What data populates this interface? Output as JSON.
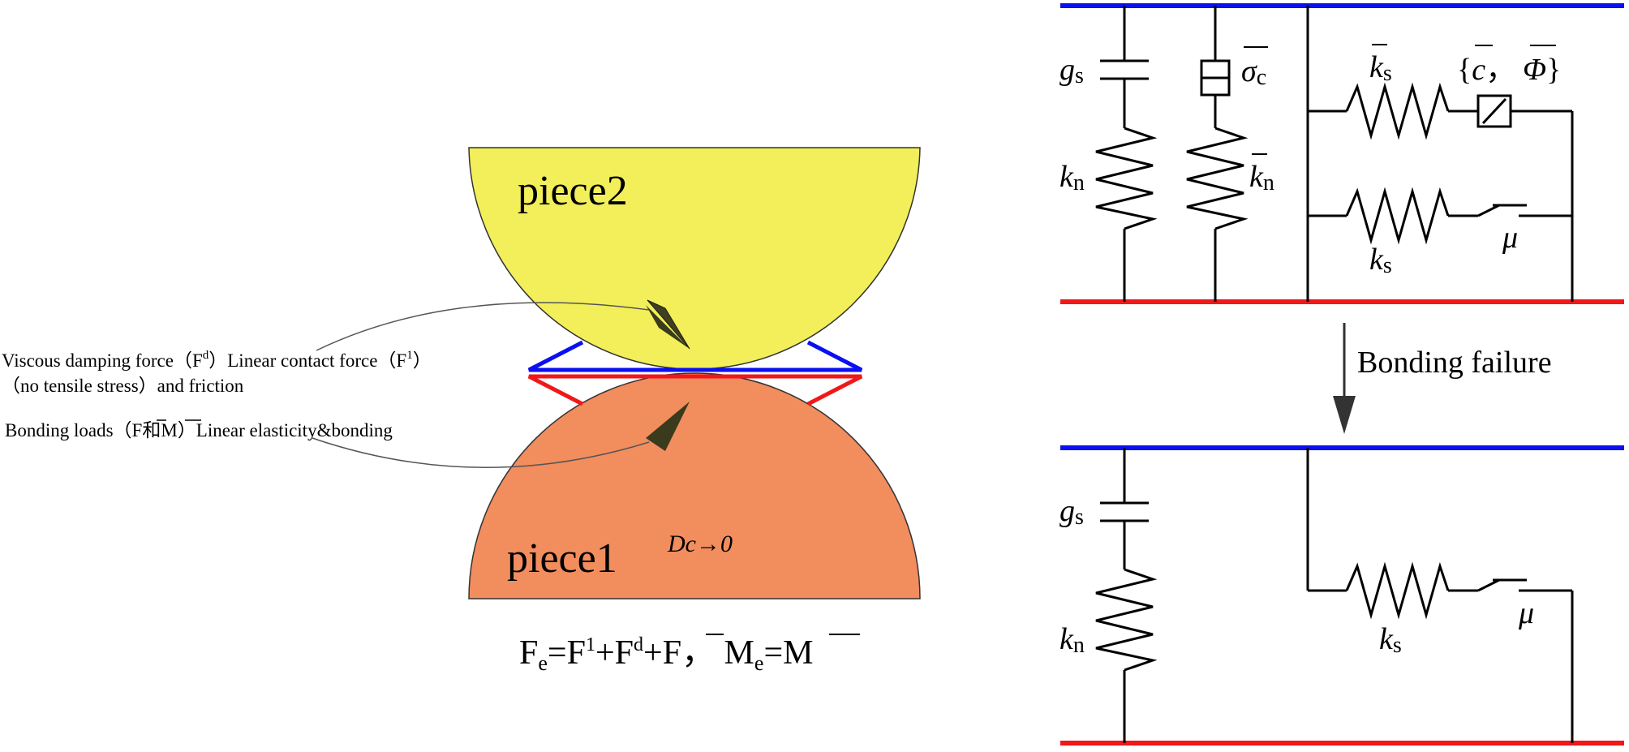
{
  "contact_model": {
    "piece_top": "piece2",
    "piece_bottom": "piece1",
    "separation": "Dc→0",
    "annotation_damping_1": "Viscous damping force（F",
    "annotation_damping_sup": "d",
    "annotation_damping_2": "）Linear contact force（F",
    "annotation_contact_sup": "1",
    "annotation_damping_3": "）",
    "annotation_line2": "（no tensile stress）and friction",
    "annotation_bond_1": "Bonding loads（",
    "annotation_bond_F": "F",
    "annotation_bond_and": "和",
    "annotation_bond_M": "M",
    "annotation_bond_2": "）Linear elasticity&bonding",
    "equation": {
      "F": "F",
      "e": "e",
      "eq1": "=F",
      "sup1": "1",
      "plus1": "+F",
      "supd": "d",
      "plus2": "+",
      "Fbar": "F",
      "comma": "， M",
      "e2": "e",
      "eq2": "=",
      "Mbar": "M"
    }
  },
  "bonded_circuit": {
    "gs_g": "g",
    "gs_sub": "s",
    "kn_k": "k",
    "kn_sub": "n",
    "sigma": "σ",
    "sigma_sub": "c",
    "knbar_k": "k",
    "knbar_sub": "n",
    "ksbar_k": "k",
    "ksbar_sub": "s",
    "c_phi_open": "{",
    "c_c": "c",
    "c_comma": "，",
    "c_phi": "Φ",
    "c_phi_close": "}",
    "ks_k": "k",
    "ks_sub": "s",
    "mu": "μ"
  },
  "transition_label": "Bonding failure",
  "unbonded_circuit": {
    "gs_g": "g",
    "gs_sub": "s",
    "kn_k": "k",
    "kn_sub": "n",
    "ks_k": "k",
    "ks_sub": "s",
    "mu": "μ"
  },
  "colors": {
    "piece2": "#f2ef5a",
    "piece1": "#f28d5e",
    "blue": "#0a10f0",
    "red": "#f01818",
    "arrow": "#404020"
  }
}
